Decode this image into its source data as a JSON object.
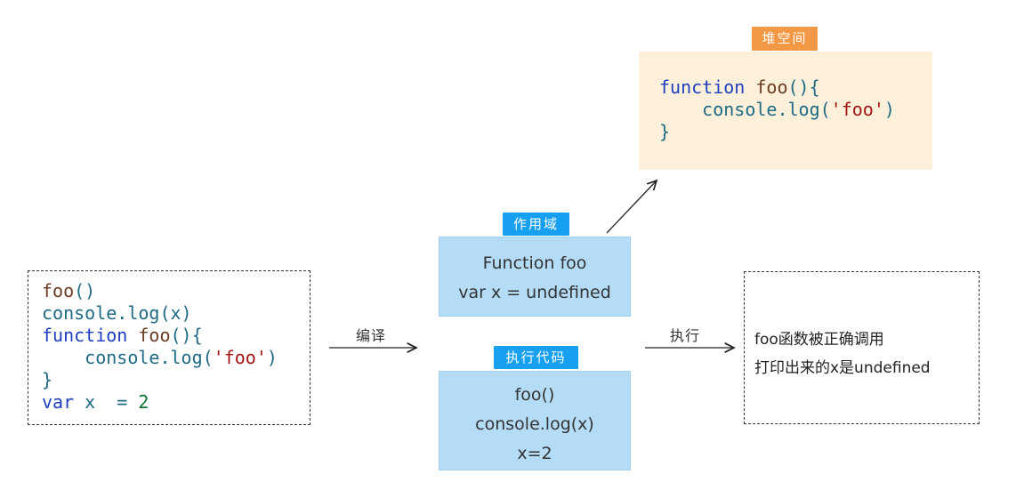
{
  "source_code": {
    "lines": [
      [
        {
          "t": "foo",
          "c": "fn"
        },
        {
          "t": "()",
          "c": "pl"
        }
      ],
      [
        {
          "t": "console",
          "c": "pl"
        },
        {
          "t": ".",
          "c": "pl"
        },
        {
          "t": "log",
          "c": "pl"
        },
        {
          "t": "(x)",
          "c": "pl"
        }
      ],
      [
        {
          "t": "function",
          "c": "kw"
        },
        {
          "t": " ",
          "c": "pl"
        },
        {
          "t": "foo",
          "c": "fn"
        },
        {
          "t": "(){",
          "c": "pl"
        }
      ],
      [
        {
          "t": "    console",
          "c": "pl"
        },
        {
          "t": ".",
          "c": "pl"
        },
        {
          "t": "log(",
          "c": "pl"
        },
        {
          "t": "'foo'",
          "c": "str"
        },
        {
          "t": ")",
          "c": "pl"
        }
      ],
      [
        {
          "t": "}",
          "c": "pl"
        }
      ],
      [
        {
          "t": "var",
          "c": "kw"
        },
        {
          "t": " x  = ",
          "c": "pl"
        },
        {
          "t": "2",
          "c": "num"
        }
      ]
    ]
  },
  "compile_label": "编译",
  "execute_label": "执行",
  "scope": {
    "tag": "作用域",
    "lines": [
      "Function foo",
      "var x = undefined"
    ]
  },
  "exec_code": {
    "tag": "执行代码",
    "lines": [
      "foo()",
      "console.log(x)",
      "x=2"
    ]
  },
  "heap": {
    "tag": "堆空间",
    "lines": [
      [
        {
          "t": "function",
          "c": "kw"
        },
        {
          "t": " ",
          "c": "pl"
        },
        {
          "t": "foo",
          "c": "fn"
        },
        {
          "t": "(){",
          "c": "pl"
        }
      ],
      [
        {
          "t": "    console",
          "c": "pl"
        },
        {
          "t": ".",
          "c": "pl"
        },
        {
          "t": "log(",
          "c": "pl"
        },
        {
          "t": "'foo'",
          "c": "str"
        },
        {
          "t": ")",
          "c": "pl"
        }
      ],
      [
        {
          "t": "}",
          "c": "pl"
        }
      ]
    ]
  },
  "result": {
    "lines": [
      "foo函数被正确调用",
      "打印出来的x是undefined"
    ]
  },
  "colors": {
    "keyword": "#1d3fbf",
    "identifier": "#1f6a85",
    "string": "#a31515",
    "number": "#137333",
    "blue_box": "#b5dcf6",
    "blue_tag": "#18a0f0",
    "orange_tag": "#f39845",
    "heap_box": "#fdf0da"
  }
}
